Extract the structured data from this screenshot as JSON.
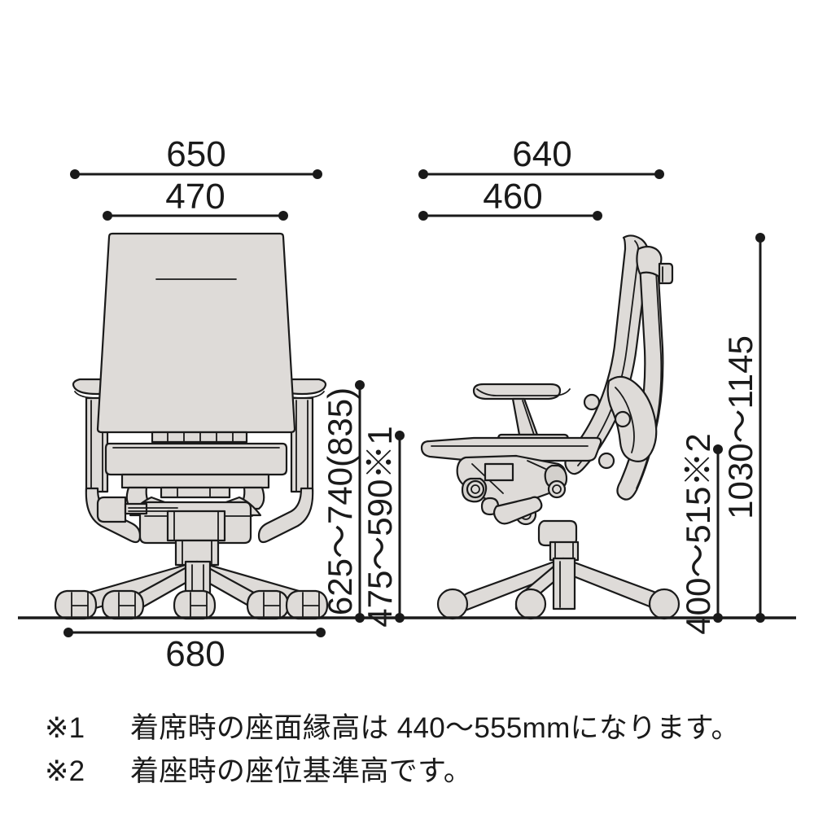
{
  "document": {
    "type": "dimension-drawing",
    "subject": "office-chair",
    "unit": "mm",
    "views": [
      "front-view",
      "side-view"
    ]
  },
  "dimensions": {
    "front": {
      "overall_width": "650",
      "seat_width": "470",
      "base_width": "680",
      "back_height_range": "625〜740(835)",
      "seat_height_range": "475〜590※1"
    },
    "side": {
      "overall_depth": "640",
      "seat_depth": "460",
      "seat_height_range": "400〜515※2",
      "overall_height_range": "1030〜1145"
    }
  },
  "chart_data": {
    "type": "table",
    "title": "Office chair dimension drawing (mm)",
    "categories": [
      "650",
      "470",
      "680",
      "625〜740(835)",
      "475〜590※1",
      "640",
      "460",
      "400〜515※2",
      "1030〜1145"
    ],
    "values": [
      650,
      470,
      680,
      740,
      590,
      640,
      460,
      515,
      1145
    ],
    "series": [
      {
        "name": "front-view",
        "items": [
          {
            "label": "650",
            "meaning": "overall width",
            "value": 650
          },
          {
            "label": "470",
            "meaning": "seat width",
            "value": 470
          },
          {
            "label": "680",
            "meaning": "base width",
            "value": 680
          },
          {
            "label": "625〜740(835)",
            "meaning": "back height range",
            "min": 625,
            "max": 740,
            "alt": 835
          },
          {
            "label": "475〜590※1",
            "meaning": "seat height range",
            "min": 475,
            "max": 590
          }
        ]
      },
      {
        "name": "side-view",
        "items": [
          {
            "label": "640",
            "meaning": "overall depth",
            "value": 640
          },
          {
            "label": "460",
            "meaning": "seat depth",
            "value": 460
          },
          {
            "label": "400〜515※2",
            "meaning": "seat reference height range",
            "min": 400,
            "max": 515
          },
          {
            "label": "1030〜1145",
            "meaning": "overall height range",
            "min": 1030,
            "max": 1145
          }
        ]
      }
    ],
    "xlabel": "",
    "ylabel": "",
    "grid": false,
    "legend": "none"
  },
  "notes": [
    {
      "mark": "※1",
      "text": "着席時の座面縁高は 440〜555mmになります。"
    },
    {
      "mark": "※2",
      "text": "着座時の座位基準高です。"
    }
  ],
  "colors": {
    "line": "#1a1a1a",
    "fill": "#dedbd8",
    "fill_shadow": "#d3d0cc",
    "background": "#ffffff"
  }
}
